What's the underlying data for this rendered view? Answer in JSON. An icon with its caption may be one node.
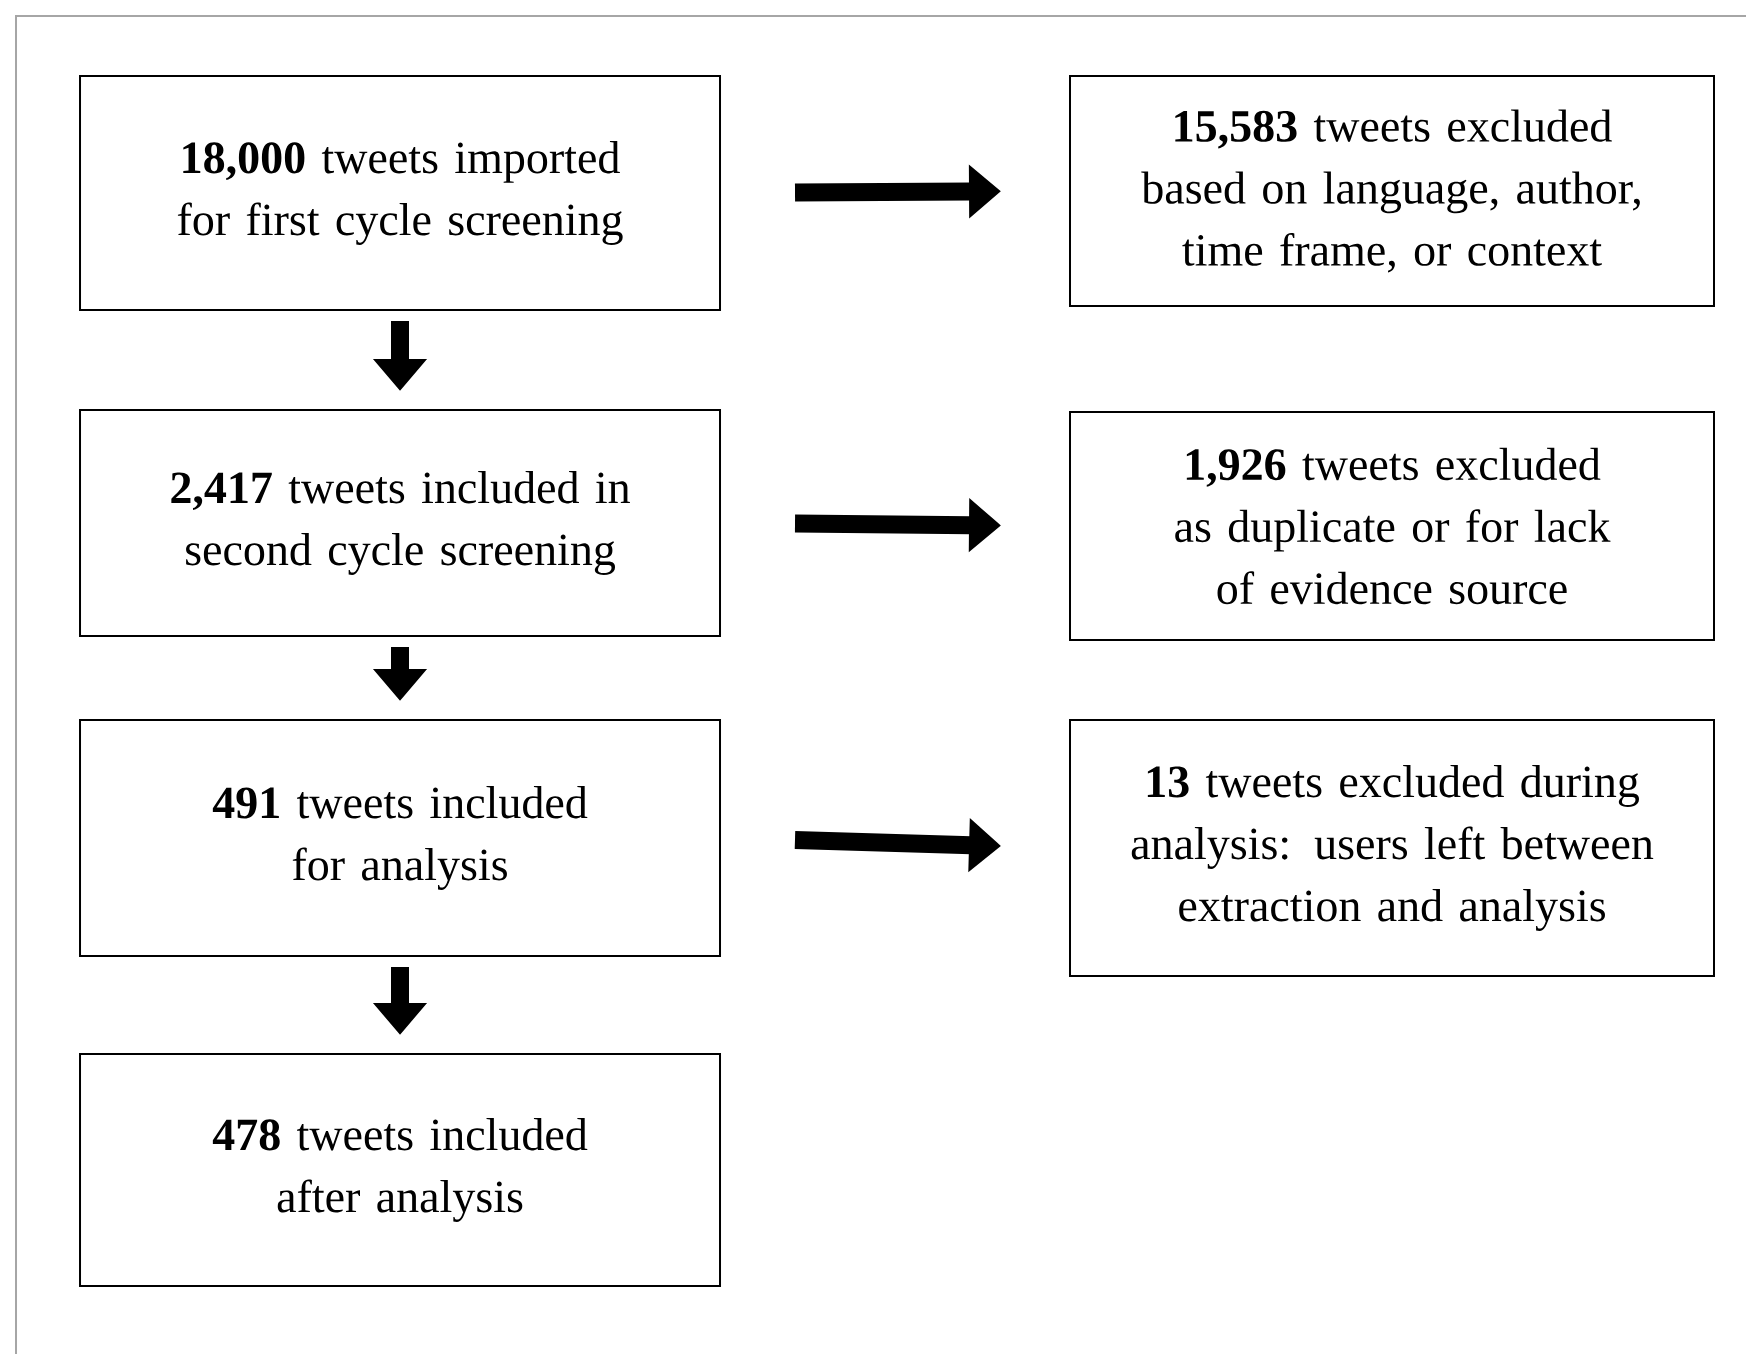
{
  "diagram": {
    "nodes": [
      {
        "text": [
          "**18,000** tweets imported for first cycle screening"
        ]
      },
      {
        "text": [
          "**15,583** tweets excluded based on language, author, time frame, or context"
        ]
      },
      {
        "text": [
          "**2,417** tweets included in second cycle screening"
        ]
      },
      {
        "text": [
          "**1,926** tweets excluded as duplicate or for lack of evidence source"
        ]
      },
      {
        "text": [
          "**491** tweets included for analysis"
        ]
      },
      {
        "text": [
          "**13** tweets excluded during analysis: users left between extraction and analysis"
        ]
      },
      {
        "text": [
          "**478** tweets included after analysis"
        ]
      }
    ],
    "edges": [
      {
        "from": 0,
        "to": 1,
        "arrow": "to"
      },
      {
        "from": 0,
        "to": 2,
        "arrow": "to"
      },
      {
        "from": 2,
        "to": 3,
        "arrow": "to"
      },
      {
        "from": 2,
        "to": 4,
        "arrow": "to"
      },
      {
        "from": 4,
        "to": 5,
        "arrow": "to"
      },
      {
        "from": 4,
        "to": 6,
        "arrow": "to"
      }
    ]
  }
}
